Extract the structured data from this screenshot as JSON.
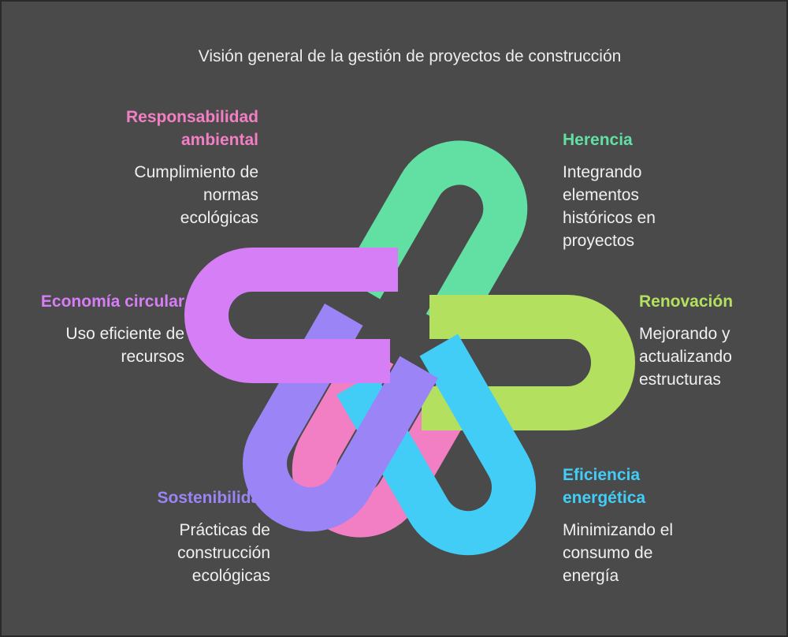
{
  "title": "Visión general de la gestión de proyectos de construcción",
  "colors": {
    "background": "#4a4a4a",
    "pink": "#f27fc3",
    "green": "#62e0a3",
    "lime": "#b3e05e",
    "cyan": "#42cdf7",
    "purple": "#9b84f5",
    "violet": "#d67ef5"
  },
  "items": [
    {
      "key": "responsabilidad",
      "title_line1": "Responsabilidad",
      "title_line2": "ambiental",
      "desc_line1": "Cumplimiento de",
      "desc_line2": "normas",
      "desc_line3": "ecológicas"
    },
    {
      "key": "herencia",
      "title_line1": "Herencia",
      "desc_line1": "Integrando",
      "desc_line2": "elementos",
      "desc_line3": "históricos en",
      "desc_line4": "proyectos"
    },
    {
      "key": "renovacion",
      "title_line1": "Renovación",
      "desc_line1": "Mejorando y",
      "desc_line2": "actualizando",
      "desc_line3": "estructuras"
    },
    {
      "key": "eficiencia",
      "title_line1": "Eficiencia",
      "title_line2": "energética",
      "desc_line1": "Minimizando el",
      "desc_line2": "consumo de",
      "desc_line3": "energía"
    },
    {
      "key": "sostenibilidad",
      "title_line1": "Sostenibilidad",
      "desc_line1": "Prácticas de",
      "desc_line2": "construcción",
      "desc_line3": "ecológicas"
    },
    {
      "key": "economia",
      "title_line1": "Economía circular",
      "desc_line1": "Uso eficiente de",
      "desc_line2": "recursos"
    }
  ]
}
